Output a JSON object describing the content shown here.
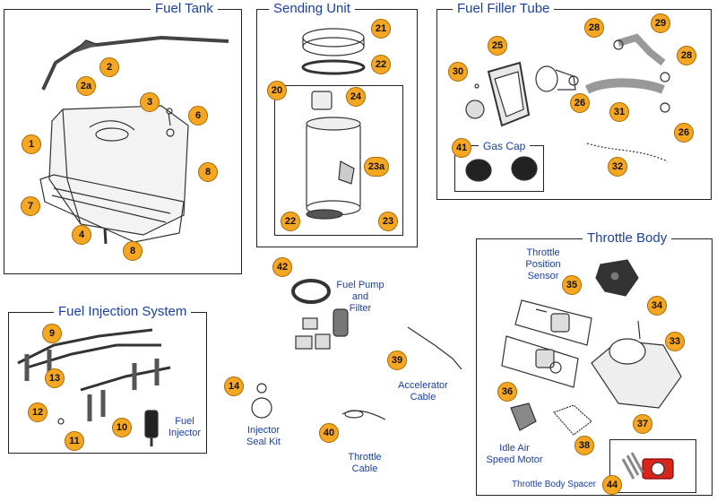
{
  "sections": {
    "fuel_tank": "Fuel Tank",
    "sending_unit": "Sending Unit",
    "fuel_filler_tube": "Fuel Filler Tube",
    "gas_cap": "Gas Cap",
    "throttle_body": "Throttle Body",
    "fuel_injection_system": "Fuel Injection System"
  },
  "labels": {
    "throttle_position_sensor": "Throttle\nPosition\nSensor",
    "fuel_pump_filter": "Fuel Pump\nand\nFilter",
    "accelerator_cable": "Accelerator\nCable",
    "injector_seal_kit": "Injector\nSeal Kit",
    "throttle_cable": "Throttle\nCable",
    "fuel_injector": "Fuel\nInjector",
    "idle_air_speed_motor": "Idle Air\nSpeed Motor",
    "throttle_body_spacer": "Throttle Body Spacer"
  },
  "parts": {
    "p1": "1",
    "p2": "2",
    "p2a": "2a",
    "p3": "3",
    "p4": "4",
    "p6": "6",
    "p7": "7",
    "p8a": "8",
    "p8b": "8",
    "p9": "9",
    "p10": "10",
    "p11": "11",
    "p12": "12",
    "p13": "13",
    "p14": "14",
    "p20": "20",
    "p21": "21",
    "p22a": "22",
    "p22b": "22",
    "p23": "23",
    "p23a": "23a",
    "p24": "24",
    "p25": "25",
    "p26a": "26",
    "p26b": "26",
    "p28a": "28",
    "p28b": "28",
    "p29": "29",
    "p30": "30",
    "p31": "31",
    "p32": "32",
    "p33": "33",
    "p34": "34",
    "p35": "35",
    "p36": "36",
    "p37": "37",
    "p38": "38",
    "p39": "39",
    "p40": "40",
    "p41": "41",
    "p42": "42",
    "p44": "44"
  }
}
